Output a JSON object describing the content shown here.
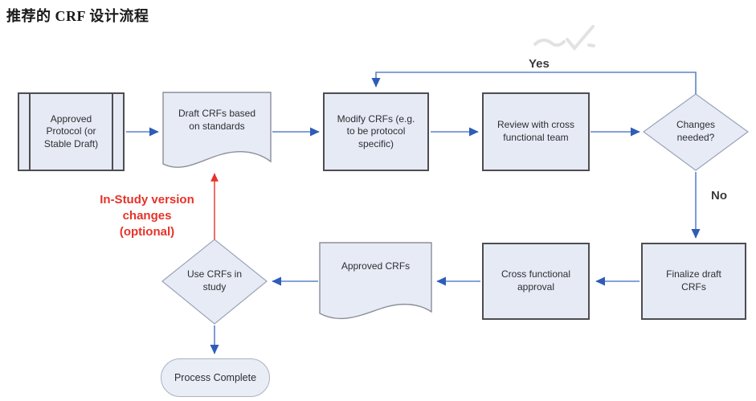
{
  "title": "推荐的 CRF 设计流程",
  "colors": {
    "arrow_blue": "#5b84cc",
    "arrowhead_blue": "#2e5cb8",
    "annotation_red": "#e63329",
    "node_fill": "#e6eaf4",
    "node_border_dark": "#4d4d52",
    "shape_outline_gray": "#8b8f99"
  },
  "flowchart": {
    "nodes": {
      "approved_protocol": {
        "label": "Approved\nProtocol (or\nStable Draft)",
        "shape": "predefined-process"
      },
      "draft_crfs": {
        "label": "Draft CRFs based\non standards",
        "shape": "document"
      },
      "modify_crfs": {
        "label": "Modify CRFs (e.g.\nto be protocol\nspecific)",
        "shape": "process"
      },
      "review_team": {
        "label": "Review with cross\nfunctional team",
        "shape": "process"
      },
      "changes_needed": {
        "label": "Changes\nneeded?",
        "shape": "decision"
      },
      "finalize_crfs": {
        "label": "Finalize draft\nCRFs",
        "shape": "process"
      },
      "cross_functional": {
        "label": "Cross functional\napproval",
        "shape": "process"
      },
      "approved_crfs": {
        "label": "Approved CRFs",
        "shape": "document"
      },
      "use_crfs": {
        "label": "Use CRFs in\nstudy",
        "shape": "decision"
      },
      "process_complete": {
        "label": "Process Complete",
        "shape": "terminator"
      }
    },
    "edge_labels": {
      "yes": "Yes",
      "no": "No"
    },
    "annotation": {
      "text": "In-Study version\nchanges\n(optional)"
    }
  }
}
